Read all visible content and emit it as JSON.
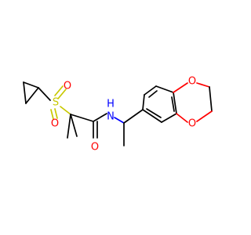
{
  "molecule": {
    "atom_labels": {
      "sulfur": "S",
      "sulfonyl_oxygen_top": "O",
      "sulfonyl_oxygen_bottom": "O",
      "carbonyl_oxygen": "O",
      "amide_nitrogen": "N",
      "amide_hydrogen": "H",
      "dioxane_oxygen_top": "O",
      "dioxane_oxygen_bottom": "O"
    },
    "colors": {
      "bond": "#000000",
      "oxygen": "#ff0000",
      "nitrogen": "#0000ff",
      "sulfur": "#c8c800",
      "background": "#ffffff"
    }
  }
}
